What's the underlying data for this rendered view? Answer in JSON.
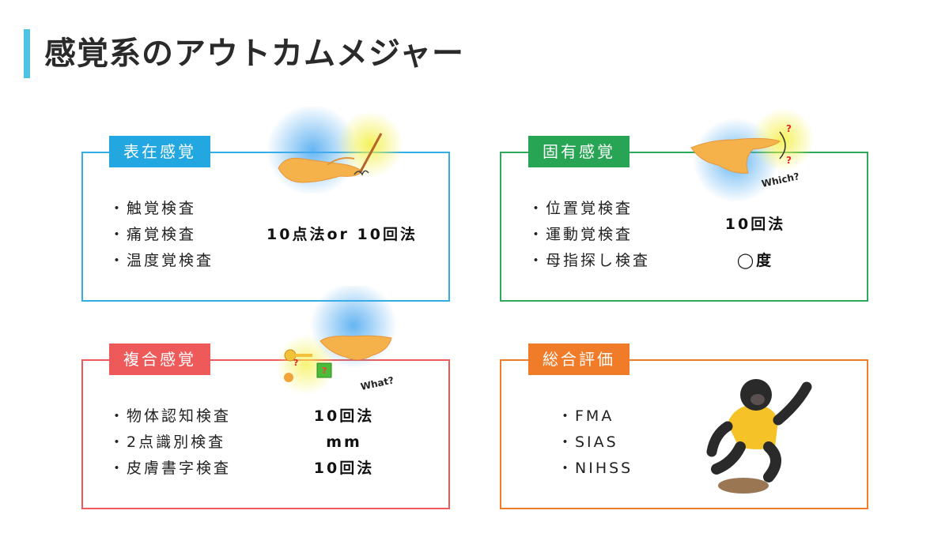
{
  "title": "感覚系のアウトカムメジャー",
  "superficial": {
    "label": "表在感覚",
    "items": [
      "・触覚検査",
      "・痛覚検査",
      "・温度覚検査"
    ],
    "result": "10点法or 10回法"
  },
  "proprioceptive": {
    "label": "固有感覚",
    "items": [
      "・位置覚検査",
      "・運動覚検査",
      "・母指探し検査"
    ],
    "result1": "10回法",
    "result2": "◯度",
    "illus_text": "Which?",
    "illus_q1": "?",
    "illus_q2": "?"
  },
  "combined": {
    "label": "複合感覚",
    "items": [
      "・物体認知検査",
      "・2点識別検査",
      "・皮膚書字検査"
    ],
    "results": [
      "10回法",
      "mm",
      "10回法"
    ],
    "illus_text": "What?",
    "illus_q1": "?",
    "illus_q2": "?"
  },
  "overall": {
    "label": "総合評価",
    "items": [
      "・FMA",
      "・SIAS",
      "・NIHSS"
    ]
  },
  "colors": {
    "accent_title": "#4fc3e3",
    "blue": "#22a7e0",
    "green": "#27a454",
    "red": "#ee5a5a",
    "orange": "#f07c2a"
  }
}
